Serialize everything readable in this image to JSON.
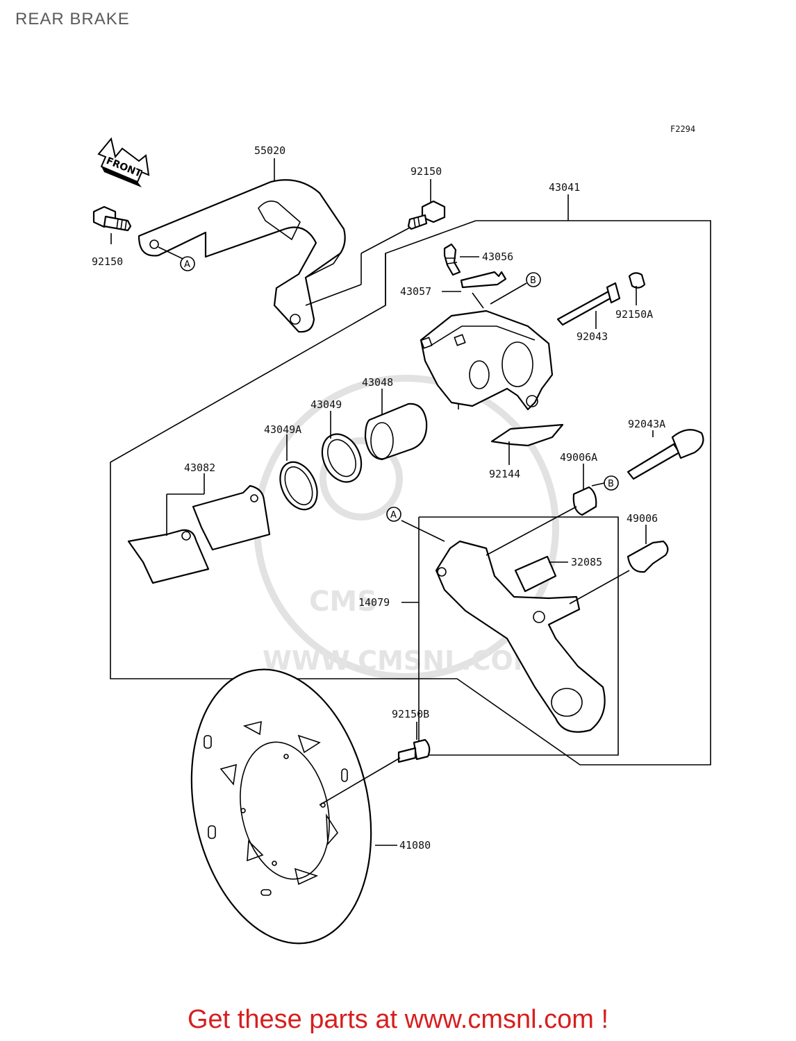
{
  "page": {
    "title": "REAR BRAKE",
    "figure_code": "F2294",
    "footer_text": "Get these parts at www.cmsnl.com !"
  },
  "direction_marker": {
    "text": "FRONT",
    "icon": "front-arrow-icon"
  },
  "watermark": {
    "text": "WWW.CMSNL.COM",
    "logo_text": "CMS"
  },
  "part_labels": {
    "p55020": "55020",
    "p92150_left": "92150",
    "p92150_top": "92150",
    "p43041": "43041",
    "p43056": "43056",
    "p43057": "43057",
    "p92150A": "92150A",
    "p92043": "92043",
    "p43048": "43048",
    "p43049": "43049",
    "p43049A": "43049A",
    "p43082": "43082",
    "p92144": "92144",
    "p92043A": "92043A",
    "p49006A": "49006A",
    "p49006": "49006",
    "p32085": "32085",
    "p14079": "14079",
    "p92150B": "92150B",
    "p41080": "41080"
  },
  "reference_markers": {
    "A_bracket": "A",
    "A_caliper": "A",
    "B_top": "B",
    "B_pin": "B"
  }
}
